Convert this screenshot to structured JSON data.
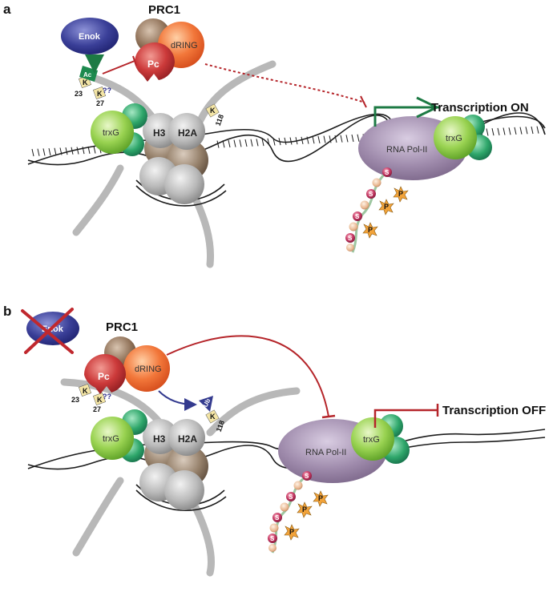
{
  "panels": [
    {
      "label": "a",
      "complex_label": "PRC1",
      "enok": "Enok",
      "pc": "Pc",
      "dring": "dRING",
      "mark": "Ac",
      "k23": "K",
      "n23": "23",
      "k27": "K",
      "n27": "27",
      "q": "??",
      "k118": "K",
      "n118": "118",
      "trxg_left": "trxG",
      "h3": "H3",
      "h2a": "H2A",
      "polii": "RNA Pol-II",
      "trxg_right": "trxG",
      "transcription": "Transcription ON",
      "ser": [
        "S",
        "S",
        "S",
        "S"
      ],
      "phos": [
        "P",
        "P",
        "P"
      ]
    },
    {
      "label": "b",
      "complex_label": "PRC1",
      "enok": "Enok",
      "pc": "Pc",
      "dring": "dRING",
      "mark": "Ub",
      "k23": "K",
      "n23": "23",
      "k27": "K",
      "n27": "27",
      "q": "??",
      "k118": "K",
      "n118": "118",
      "trxg_left": "trxG",
      "h3": "H3",
      "h2a": "H2A",
      "polii": "RNA Pol-II",
      "trxg_right": "trxG",
      "transcription": "Transcription OFF",
      "ser": [
        "S",
        "S",
        "S",
        "S"
      ],
      "phos": [
        "P",
        "P",
        "P"
      ]
    }
  ],
  "colors": {
    "enok": "#2b2f86",
    "pc": "#c0282e",
    "dring": "#ef6a2a",
    "prc_top": "#8a6a52",
    "trxg": "#8dcf45",
    "trxg_dark": "#2f9e64",
    "histone": "#b8b8b8",
    "histone_brown": "#8d7a66",
    "polii": "#9a86a8",
    "activate": "#1d7a44",
    "repress": "#b5252a",
    "ubiquitin": "#343b8f",
    "phospho": "#f2a33a"
  }
}
